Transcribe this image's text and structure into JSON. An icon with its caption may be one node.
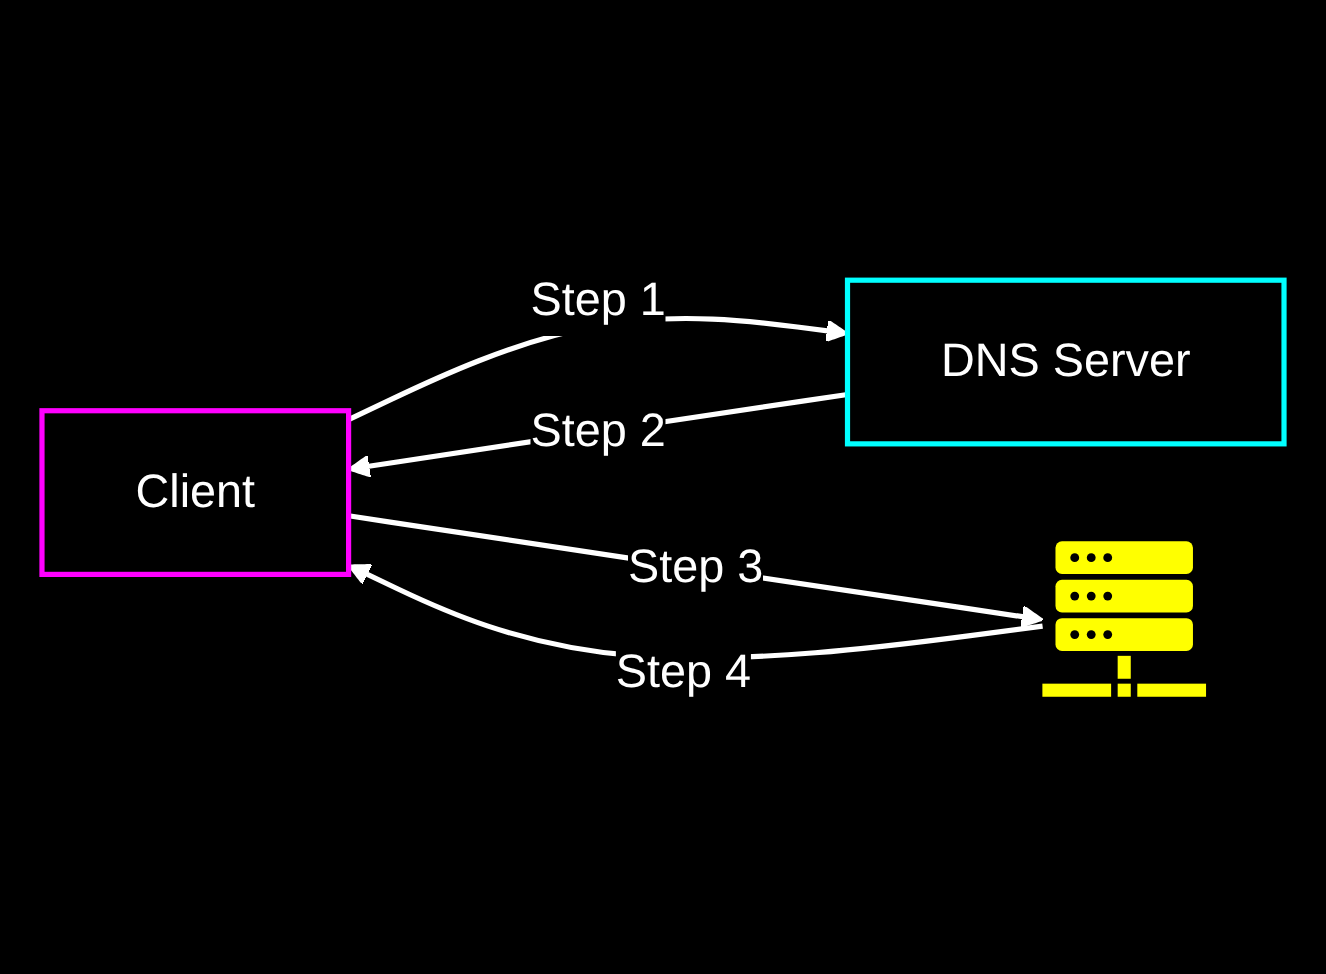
{
  "diagram": {
    "nodes": [
      {
        "text": [
          "Client"
        ]
      },
      {
        "text": [
          "DNS Server"
        ]
      },
      {
        "text": [],
        "shape": "picture"
      }
    ],
    "edges": [
      {
        "from": 0,
        "to": 1,
        "arrow": "to",
        "label": "Step 1"
      },
      {
        "from": 1,
        "to": 0,
        "arrow": "to",
        "label": "Step 2"
      },
      {
        "from": 0,
        "to": 2,
        "arrow": "to",
        "label": "Step 3"
      },
      {
        "from": 2,
        "to": 0,
        "arrow": "to",
        "label": "Step 4"
      }
    ]
  }
}
